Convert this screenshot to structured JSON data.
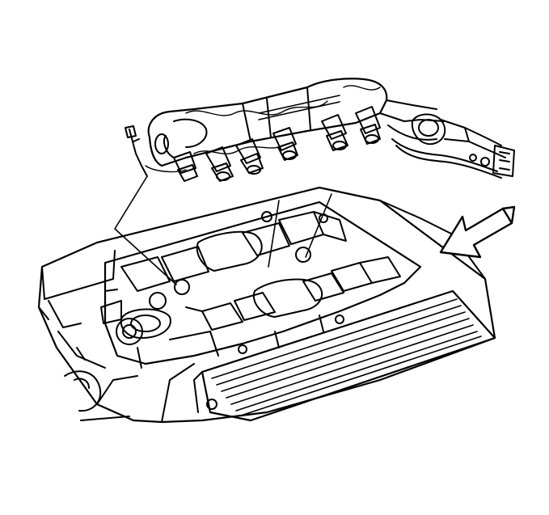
{
  "figure": {
    "subject": "fuel-rail-and-injector-assembly-over-intake-manifold",
    "style": "black-line-art",
    "colors": {
      "line": "#000000",
      "background": "#ffffff"
    },
    "icons": [
      "fuel-rail-assembly",
      "fuel-injector",
      "fuel-pressure-regulator",
      "intake-manifold",
      "engine-block",
      "valve-cover",
      "view-direction-arrow"
    ],
    "injector_count_visible": 6,
    "leader_line_count": 3
  }
}
